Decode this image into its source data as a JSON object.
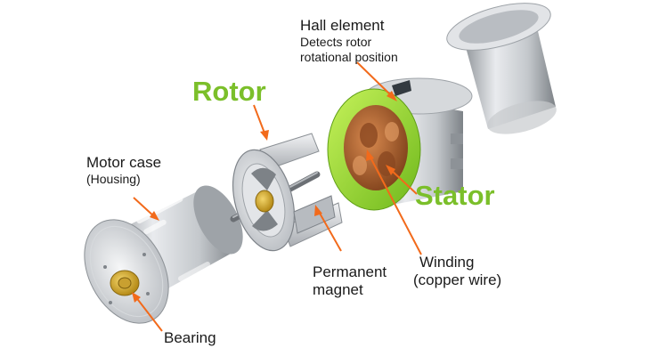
{
  "labels": {
    "hall_title": "Hall element",
    "hall_desc_1": "Detects rotor",
    "hall_desc_2": "rotational position",
    "rotor": "Rotor",
    "motor_case": "Motor case",
    "housing": "(Housing)",
    "stator": "Stator",
    "winding_1": "Winding",
    "winding_2": "(copper wire)",
    "permanent_1": "Permanent",
    "permanent_2": "magnet",
    "bearing": "Bearing"
  },
  "colors": {
    "accent_orange": "#f26a1b",
    "label_green": "#7bbf2a",
    "stator_green": "#9ee02f",
    "copper": "#b5652f",
    "metal": "#c9ccd0",
    "bearing_gold": "#d4a82a"
  }
}
